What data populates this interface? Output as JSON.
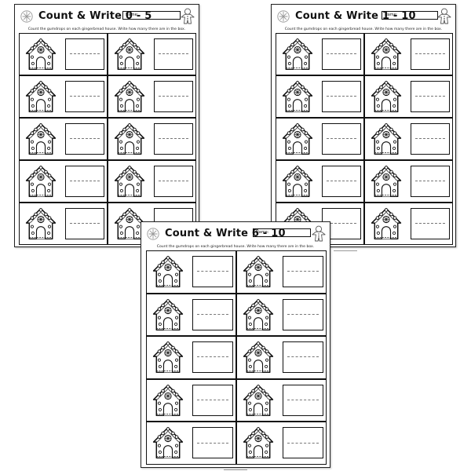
{
  "worksheets": [
    {
      "title": "Count & Write 0 - 5",
      "name_label": "Name:",
      "instructions": "Count the gumdrops on each gingerbread house. Write how many there are in the box.",
      "rows": 5,
      "columns": 2
    },
    {
      "title": "Count & Write 1 - 10",
      "name_label": "Name:",
      "instructions": "Count the gumdrops on each gingerbread house. Write how many there are in the box.",
      "rows": 5,
      "columns": 2
    },
    {
      "title": "Count & Write 6 - 10",
      "name_label": "Name:",
      "instructions": "Count the gumdrops on each gingerbread house. Write how many there are in the box.",
      "rows": 5,
      "columns": 2
    }
  ],
  "icons": {
    "left_decoration": "snowflake-icon",
    "right_decoration": "gingerbread-man-icon",
    "cell_picture": "gingerbread-house-icon"
  }
}
